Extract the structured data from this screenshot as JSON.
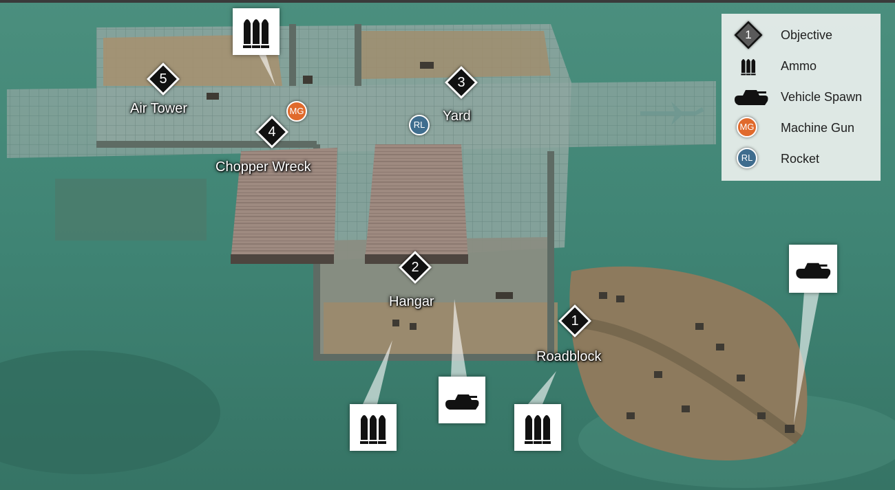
{
  "map": {
    "objectives": [
      {
        "num": "1",
        "name": "Roadblock"
      },
      {
        "num": "2",
        "name": "Hangar"
      },
      {
        "num": "3",
        "name": "Yard"
      },
      {
        "num": "4",
        "name": "Chopper Wreck"
      },
      {
        "num": "5",
        "name": "Air Tower"
      }
    ],
    "weapons": {
      "machine_gun": "MG",
      "rocket": "RL"
    }
  },
  "legend": {
    "objective_num": "1",
    "objective": "Objective",
    "ammo": "Ammo",
    "vehicle_spawn": "Vehicle Spawn",
    "machine_gun_abbr": "MG",
    "machine_gun": "Machine Gun",
    "rocket_abbr": "RL",
    "rocket": "Rocket"
  },
  "colors": {
    "machine_gun": "#e06a2c",
    "rocket": "#3f6d8e",
    "objective_fill": "#111111",
    "legend_bg": "#ecf0ee"
  },
  "icons": [
    "objective-diamond-icon",
    "ammo-icon",
    "tank-icon",
    "machine-gun-icon",
    "rocket-icon"
  ]
}
